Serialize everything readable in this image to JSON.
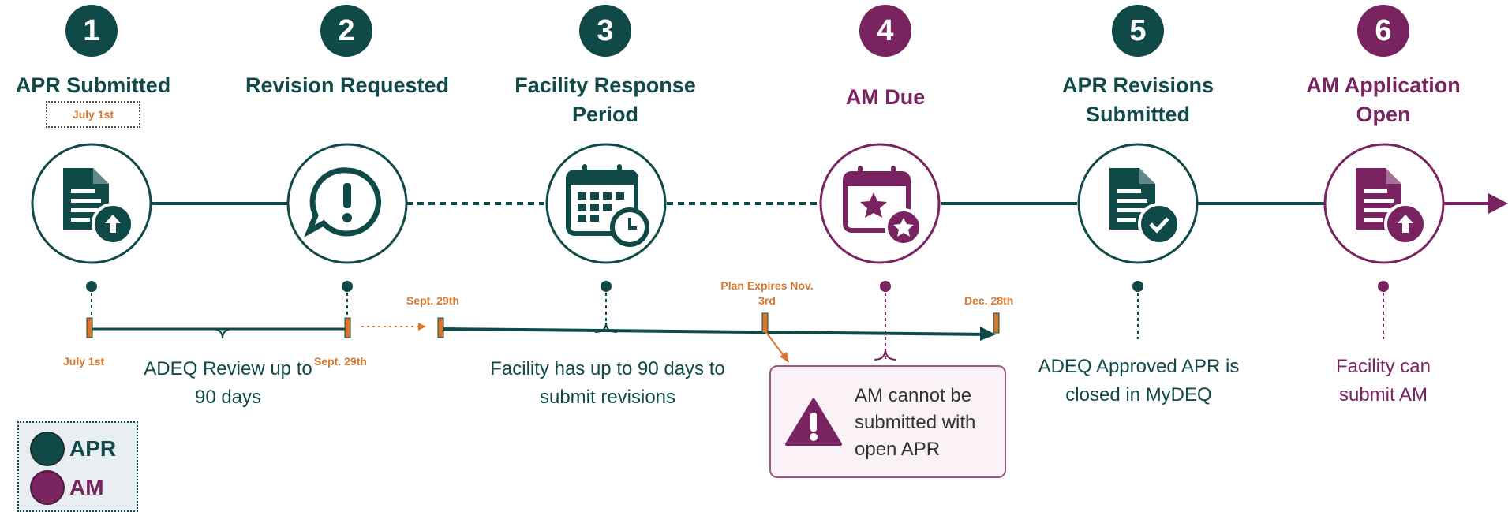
{
  "steps": [
    {
      "number": "1",
      "title": "APR Submitted",
      "type": "APR",
      "icon": "document-upload-icon",
      "description": ""
    },
    {
      "number": "2",
      "title": "Revision Requested",
      "type": "APR",
      "icon": "alert-speech-icon",
      "description": ""
    },
    {
      "number": "3",
      "title": "Facility Response Period",
      "type": "APR",
      "icon": "calendar-clock-icon",
      "description": "Facility has up to 90 days to submit revisions"
    },
    {
      "number": "4",
      "title": "AM Due",
      "type": "AM",
      "icon": "calendar-star-icon",
      "description": ""
    },
    {
      "number": "5",
      "title": "APR Revisions Submitted",
      "type": "APR",
      "icon": "document-check-icon",
      "description": "ADEQ Approved APR is closed in MyDEQ"
    },
    {
      "number": "6",
      "title": "AM Application Open",
      "type": "AM",
      "icon": "document-upload-icon",
      "description": "Facility can submit AM"
    }
  ],
  "step1_date_tag": "July 1st",
  "review_period": {
    "start_label": "July 1st",
    "end_label": "Sept. 29th",
    "description": "ADEQ Review up to 90 days"
  },
  "response_period": {
    "start_label": "Sept. 29th",
    "plan_expires_label": "Plan Expires Nov. 3rd",
    "end_label": "Dec. 28th"
  },
  "warning": {
    "icon": "warning-triangle-icon",
    "text": "AM cannot be submitted with open APR"
  },
  "legend": [
    {
      "label": "APR",
      "color": "#0f4a48"
    },
    {
      "label": "AM",
      "color": "#7a2361"
    }
  ],
  "colors": {
    "apr": "#0f4a48",
    "am": "#7a2361",
    "date": "#d9782d"
  }
}
